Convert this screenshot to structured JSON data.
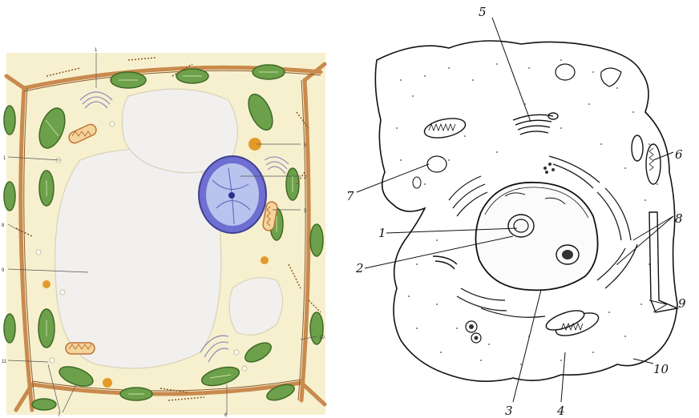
{
  "plant_cell": {
    "labels": {
      "top": "1",
      "left_upper": "1",
      "right_5": "5",
      "right_2": "2",
      "right_3": "3",
      "left_8": "8",
      "left_9": "9",
      "right_10": "10",
      "left_11": "11",
      "bottom_left": "7",
      "bottom_center": "6"
    },
    "colors": {
      "background": "#f7f0cf",
      "wall": "#c98a4e",
      "vacuole": "#f1f0ef",
      "chloroplast": "#6da04a",
      "nucleus": "#6e6fd0",
      "mitochondria": "#c0703a",
      "droplet": "#e39a2a"
    }
  },
  "animal_cell": {
    "labels": {
      "l1": "1",
      "l2": "2",
      "l3": "3",
      "l4": "4",
      "l5": "5",
      "l6": "6",
      "l7": "7",
      "l8": "8",
      "l9": "9",
      "l10": "10"
    }
  }
}
